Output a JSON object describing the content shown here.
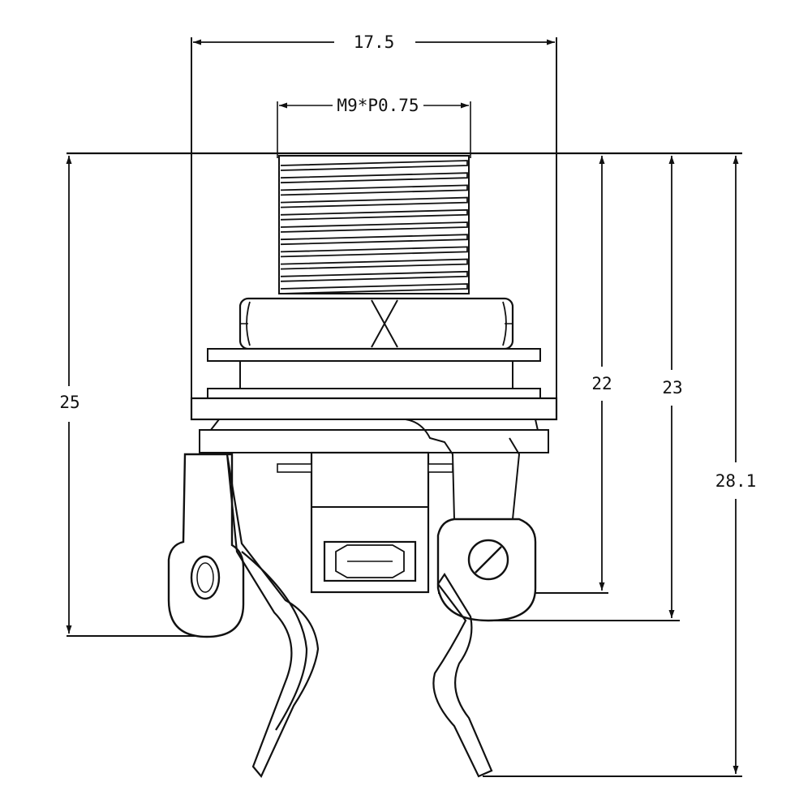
{
  "diagram": {
    "dimensions": {
      "overall_width": "17.5",
      "thread": "M9*P0.75",
      "height_left": "25",
      "height_lug": "22",
      "height_terminal": "23",
      "height_total": "28.1"
    }
  }
}
